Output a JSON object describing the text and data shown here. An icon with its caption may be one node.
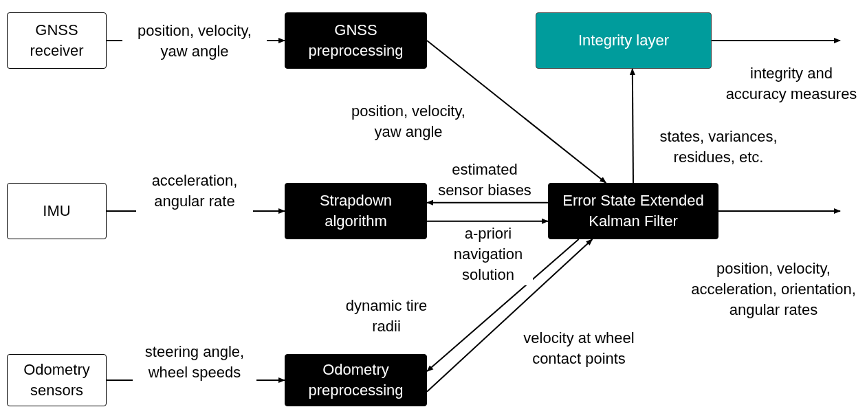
{
  "diagram": {
    "nodes": [
      {
        "text": [
          "GNSS receiver"
        ]
      },
      {
        "text": [
          "GNSS preprocessing"
        ]
      },
      {
        "text": [
          "Integrity layer"
        ]
      },
      {
        "text": [
          "IMU"
        ]
      },
      {
        "text": [
          "Strapdown algorithm"
        ]
      },
      {
        "text": [
          "Error State Extended Kalman Filter"
        ]
      },
      {
        "text": [
          "Odometry sensors"
        ]
      },
      {
        "text": [
          "Odometry preprocessing"
        ]
      }
    ],
    "edges": [
      {
        "from": 0,
        "to": 1,
        "arrow": "to",
        "label": "position, velocity, yaw angle"
      },
      {
        "from": 1,
        "to": 5,
        "arrow": "to",
        "label": "position, velocity, yaw angle"
      },
      {
        "from": 5,
        "to": 2,
        "arrow": "to",
        "label": "states, variances, residues, etc."
      },
      {
        "from": 2,
        "to": null,
        "arrow": "to",
        "label": "integrity and accuracy measures"
      },
      {
        "from": 3,
        "to": 4,
        "arrow": "to",
        "label": "acceleration, angular rate"
      },
      {
        "from": 5,
        "to": 4,
        "arrow": "to",
        "label": "estimated sensor biases"
      },
      {
        "from": 4,
        "to": 5,
        "arrow": "to",
        "label": "a-priori navigation solution"
      },
      {
        "from": 5,
        "to": null,
        "arrow": "to",
        "label": "position, velocity, acceleration, orientation, angular rates"
      },
      {
        "from": 6,
        "to": 7,
        "arrow": "to",
        "label": "steering angle, wheel speeds"
      },
      {
        "from": 5,
        "to": 7,
        "arrow": "to",
        "label": "dynamic tire radii"
      },
      {
        "from": 7,
        "to": 5,
        "arrow": "to",
        "label": "velocity at wheel contact points"
      }
    ]
  }
}
